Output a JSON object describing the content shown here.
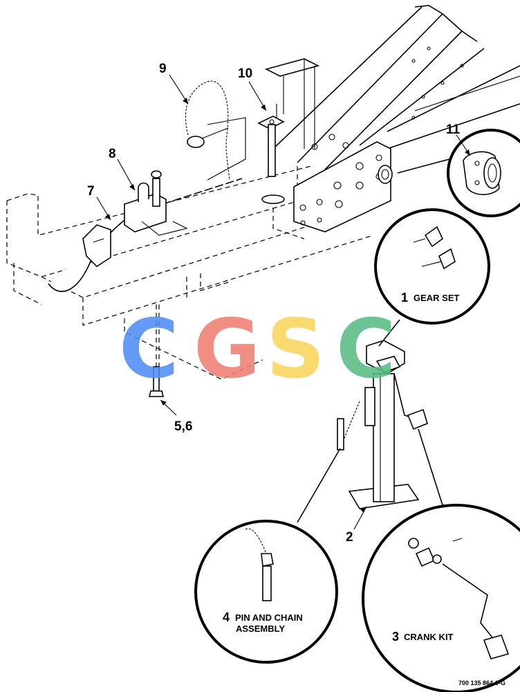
{
  "callouts": {
    "c1": "1",
    "c2": "2",
    "c3": "3",
    "c4": "4",
    "c56": "5,6",
    "c7": "7",
    "c8": "8",
    "c9": "9",
    "c10": "10",
    "c11": "11"
  },
  "details": {
    "gear_set": "GEAR SET",
    "crank_kit": "CRANK KIT",
    "pin_chain_line1": "PIN AND CHAIN",
    "pin_chain_line2": "ASSEMBLY"
  },
  "drawing_code": "700 135 864-0-G",
  "watermark": {
    "letters": [
      "C",
      "G",
      "S",
      "C"
    ],
    "colors": [
      "#4f8ef7",
      "#f07f72",
      "#f9d65c",
      "#57bd84"
    ]
  }
}
